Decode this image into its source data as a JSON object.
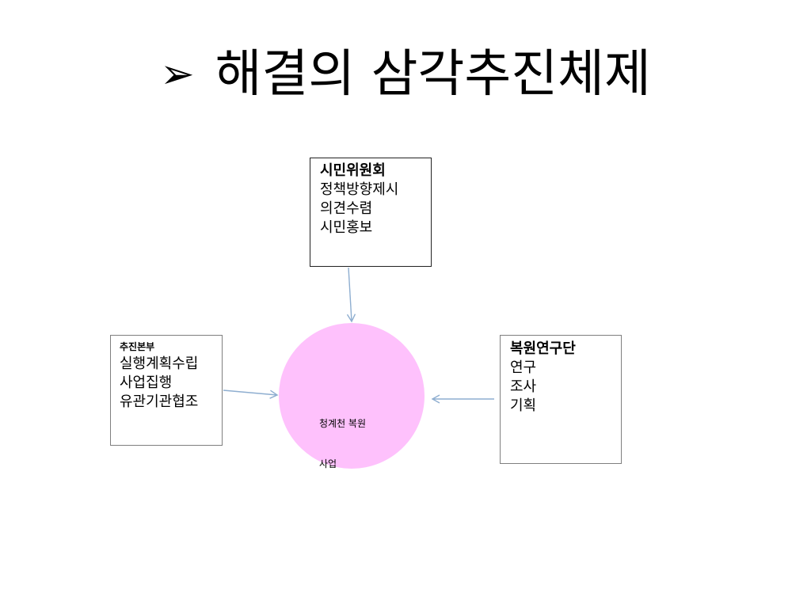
{
  "slide": {
    "title": "해결의 삼각추진체제",
    "title_bullet_icon": "arrow-bullet-icon"
  },
  "center": {
    "line1": "청계천 복원",
    "line2": "사업",
    "fill_color": "#fec1fc"
  },
  "citizen_committee": {
    "heading": "시민위원회",
    "items": [
      "정책방향제시",
      "의견수렴",
      "시민홍보"
    ]
  },
  "promotion_hq": {
    "heading": "추진본부",
    "items": [
      "실행계획수립",
      "사업집행",
      "유관기관협조"
    ]
  },
  "research_group": {
    "heading": "복원연구단",
    "items": [
      "연구",
      "조사",
      "기획"
    ]
  },
  "colors": {
    "arrow": "#8eaed0",
    "box_border": "#7f7f7f"
  }
}
